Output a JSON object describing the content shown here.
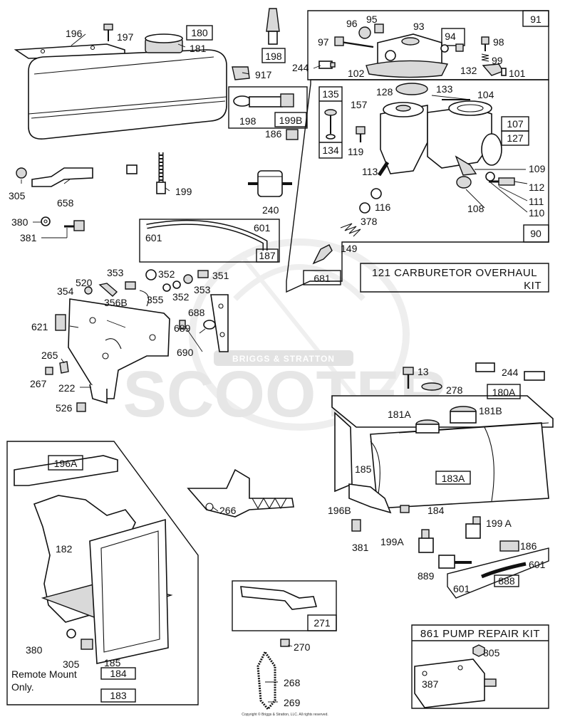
{
  "watermark": {
    "brand": "BRIGGS & STRATTON",
    "text": "SCOOTER"
  },
  "kits": {
    "carburetor": "121 CARBURETOR OVERHAUL KIT",
    "carburetor_line1": "121 CARBURETOR OVERHAUL",
    "carburetor_line2": "KIT",
    "pump": "861 PUMP REPAIR KIT"
  },
  "note": {
    "line1": "Remote Mount",
    "line2": "Only."
  },
  "copyright": "Copyright © Briggs & Stratton, LLC. All rights reserved.",
  "boxed_labels": {
    "b180": "180",
    "b198": "198",
    "b199b": "199B",
    "b187": "187",
    "b91": "91",
    "b94": "94",
    "b135": "135",
    "b134": "134",
    "b107": "107",
    "b127": "127",
    "b90": "90",
    "b681": "681",
    "b180a": "180A",
    "b183a": "183A",
    "b888": "888",
    "b271": "271",
    "b184": "184",
    "b183": "183",
    "b196a": "196A"
  },
  "labels": {
    "p196": "196",
    "p197": "197",
    "p181": "181",
    "p917": "917",
    "p244a": "244",
    "p198": "198",
    "p186a": "186",
    "p199": "199",
    "p305a": "305",
    "p658": "658",
    "p240": "240",
    "p380a": "380",
    "p381a": "381",
    "p601a": "601",
    "p601b": "601",
    "p97": "97",
    "p96": "96",
    "p95": "95",
    "p93": "93",
    "p98": "98",
    "p99": "99",
    "p132": "132",
    "p101": "101",
    "p102": "102",
    "p128": "128",
    "p133": "133",
    "p104": "104",
    "p157": "157",
    "p119": "119",
    "p113": "113",
    "p109": "109",
    "p112": "112",
    "p111": "111",
    "p110": "110",
    "p108": "108",
    "p116": "116",
    "p378": "378",
    "p149": "149",
    "p353a": "353",
    "p352a": "352",
    "p351": "351",
    "p520": "520",
    "p354": "354",
    "p356b": "356B",
    "p355": "355",
    "p352b": "352",
    "p353b": "353",
    "p688": "688",
    "p689": "689",
    "p690": "690",
    "p621": "621",
    "p265": "265",
    "p267": "267",
    "p222": "222",
    "p526": "526",
    "p13": "13",
    "p278": "278",
    "p244b": "244",
    "p181a": "181A",
    "p181b": "181B",
    "p185a": "185",
    "p196b": "196B",
    "p184a": "184",
    "p381b": "381",
    "p199a1": "199A",
    "p199a2": "199 A",
    "p186b": "186",
    "p889": "889",
    "p601c": "601",
    "p601d": "601",
    "p266": "266",
    "p182": "182",
    "p380b": "380",
    "p305b": "305",
    "p185b": "185",
    "p270": "270",
    "p268": "268",
    "p269": "269",
    "p805": "805",
    "p387": "387"
  }
}
